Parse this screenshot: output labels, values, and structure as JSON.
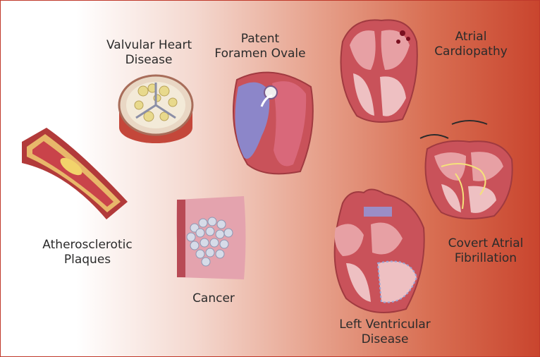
{
  "labels": {
    "valvular": [
      "Valvular Heart",
      "Disease"
    ],
    "pfo": [
      "Patent",
      "Foramen Ovale"
    ],
    "atrial_cardiopathy": [
      "Atrial",
      "Cardiopathy"
    ],
    "atherosclerotic": [
      "Atherosclerotic",
      "Plaques"
    ],
    "cancer": [
      "Cancer"
    ],
    "covert_af": [
      "Covert Atrial",
      "Fibrillation"
    ],
    "lv_disease": [
      "Left Ventricular",
      "Disease"
    ]
  },
  "colors": {
    "gradient_start": "#ffffff",
    "gradient_end": "#c9452e",
    "heart_tissue": "#c9525a",
    "chamber": "#e7a0a4",
    "deoxygenated": "#8c86c9",
    "plaque": "#f2d36b",
    "conduction": "#f5e27a",
    "border": "#c0392b"
  },
  "icons": [
    "valve-illustration",
    "pfo-heart-illustration",
    "atrial-cardiopathy-heart-illustration",
    "artery-plaque-illustration",
    "cancer-cells-illustration",
    "afib-heart-illustration",
    "lv-heart-illustration"
  ]
}
